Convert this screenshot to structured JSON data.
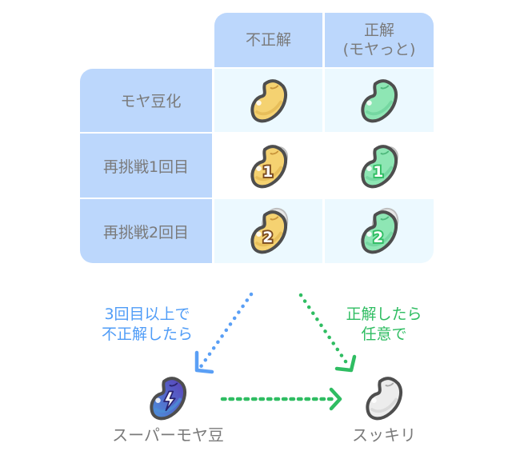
{
  "table": {
    "col_headers": [
      "不正解",
      "正解\n(モヤっと)"
    ],
    "row_headers": [
      "モヤ豆化",
      "再挑戦1回目",
      "再挑戦2回目"
    ],
    "cells": [
      [
        {
          "bean": "yellow-bean",
          "badge": ""
        },
        {
          "bean": "green-bean",
          "badge": ""
        }
      ],
      [
        {
          "bean": "yellow-bean",
          "badge": "1"
        },
        {
          "bean": "green-bean",
          "badge": "1"
        }
      ],
      [
        {
          "bean": "yellow-bean",
          "badge": "2"
        },
        {
          "bean": "green-bean",
          "badge": "2"
        }
      ]
    ]
  },
  "flow": {
    "left_label": "3回目以上で\n不正解したら",
    "right_label": "正解したら\n任意で",
    "super_bean_label": "スーパーモヤ豆",
    "clear_bean_label": "スッキリ"
  },
  "colors": {
    "header_blue": "#bcd7fc",
    "cell_tint": "#ecf9ff",
    "arrow_blue": "#5a9ff5",
    "arrow_green": "#2fbd62",
    "yellow_bean": "#f5d271",
    "green_bean": "#8ee6b4",
    "super_bean": "#5b4fc0",
    "clear_bean": "#e6e6e6"
  }
}
